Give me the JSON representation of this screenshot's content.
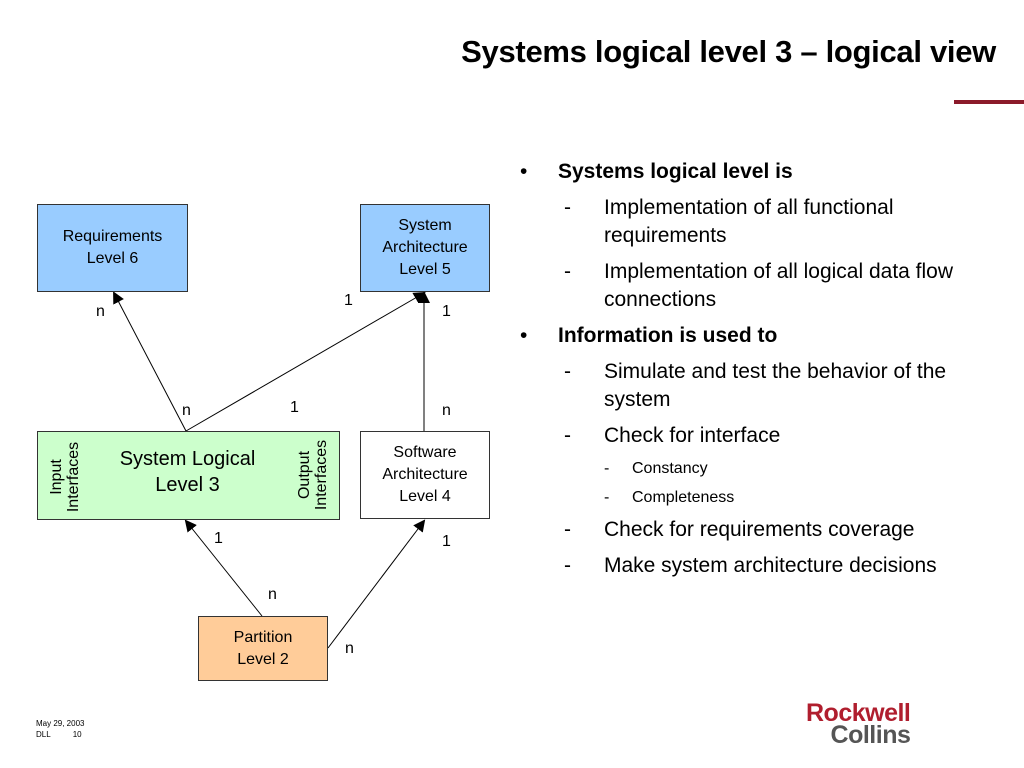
{
  "title": "Systems logical level 3 – logical view",
  "colors": {
    "accent_rule": "#8b1a2a",
    "requirements": "#99ccff",
    "logical": "#ccffcc",
    "partition": "#ffcc99",
    "logo_red": "#b01e2e",
    "logo_gray": "#555555"
  },
  "diagram": {
    "requirements": "Requirements\nLevel 6",
    "system_arch": "System\nArchitecture\nLevel  5",
    "logical": "System Logical\nLevel 3",
    "input_interfaces": "Input\nInterfaces",
    "output_interfaces": "Output\nInterfaces",
    "software_arch": "Software\nArchitecture\nLevel 4",
    "partition": "Partition\nLevel 2",
    "mult": {
      "req_top": "n",
      "sa_left": "1",
      "sa_right": "1",
      "log_n": "n",
      "log_1": "1",
      "sw_n": "n",
      "log_bottom": "1",
      "sw_bottom": "1",
      "part_top": "n",
      "part_right": "n"
    }
  },
  "bullets": [
    {
      "level": 1,
      "marker": "•",
      "text": "Systems logical level is"
    },
    {
      "level": 2,
      "marker": "-",
      "text": "Implementation of all functional requirements"
    },
    {
      "level": 2,
      "marker": "-",
      "text": "Implementation of all logical data flow connections"
    },
    {
      "level": 1,
      "marker": "•",
      "text": "Information is used to"
    },
    {
      "level": 2,
      "marker": "-",
      "text": "Simulate and test the behavior of the system"
    },
    {
      "level": 2,
      "marker": "-",
      "text": "Check for interface"
    },
    {
      "level": 3,
      "marker": "-",
      "text": "Constancy"
    },
    {
      "level": 3,
      "marker": "-",
      "text": "Completeness"
    },
    {
      "level": 2,
      "marker": "-",
      "text": "Check for requirements coverage"
    },
    {
      "level": 2,
      "marker": "-",
      "text": "Make system architecture decisions"
    }
  ],
  "footer": {
    "date": "May 29, 2003",
    "author": "DLL",
    "page": "10"
  },
  "logo": {
    "line1": "Rockwell",
    "line2": "Collins"
  }
}
